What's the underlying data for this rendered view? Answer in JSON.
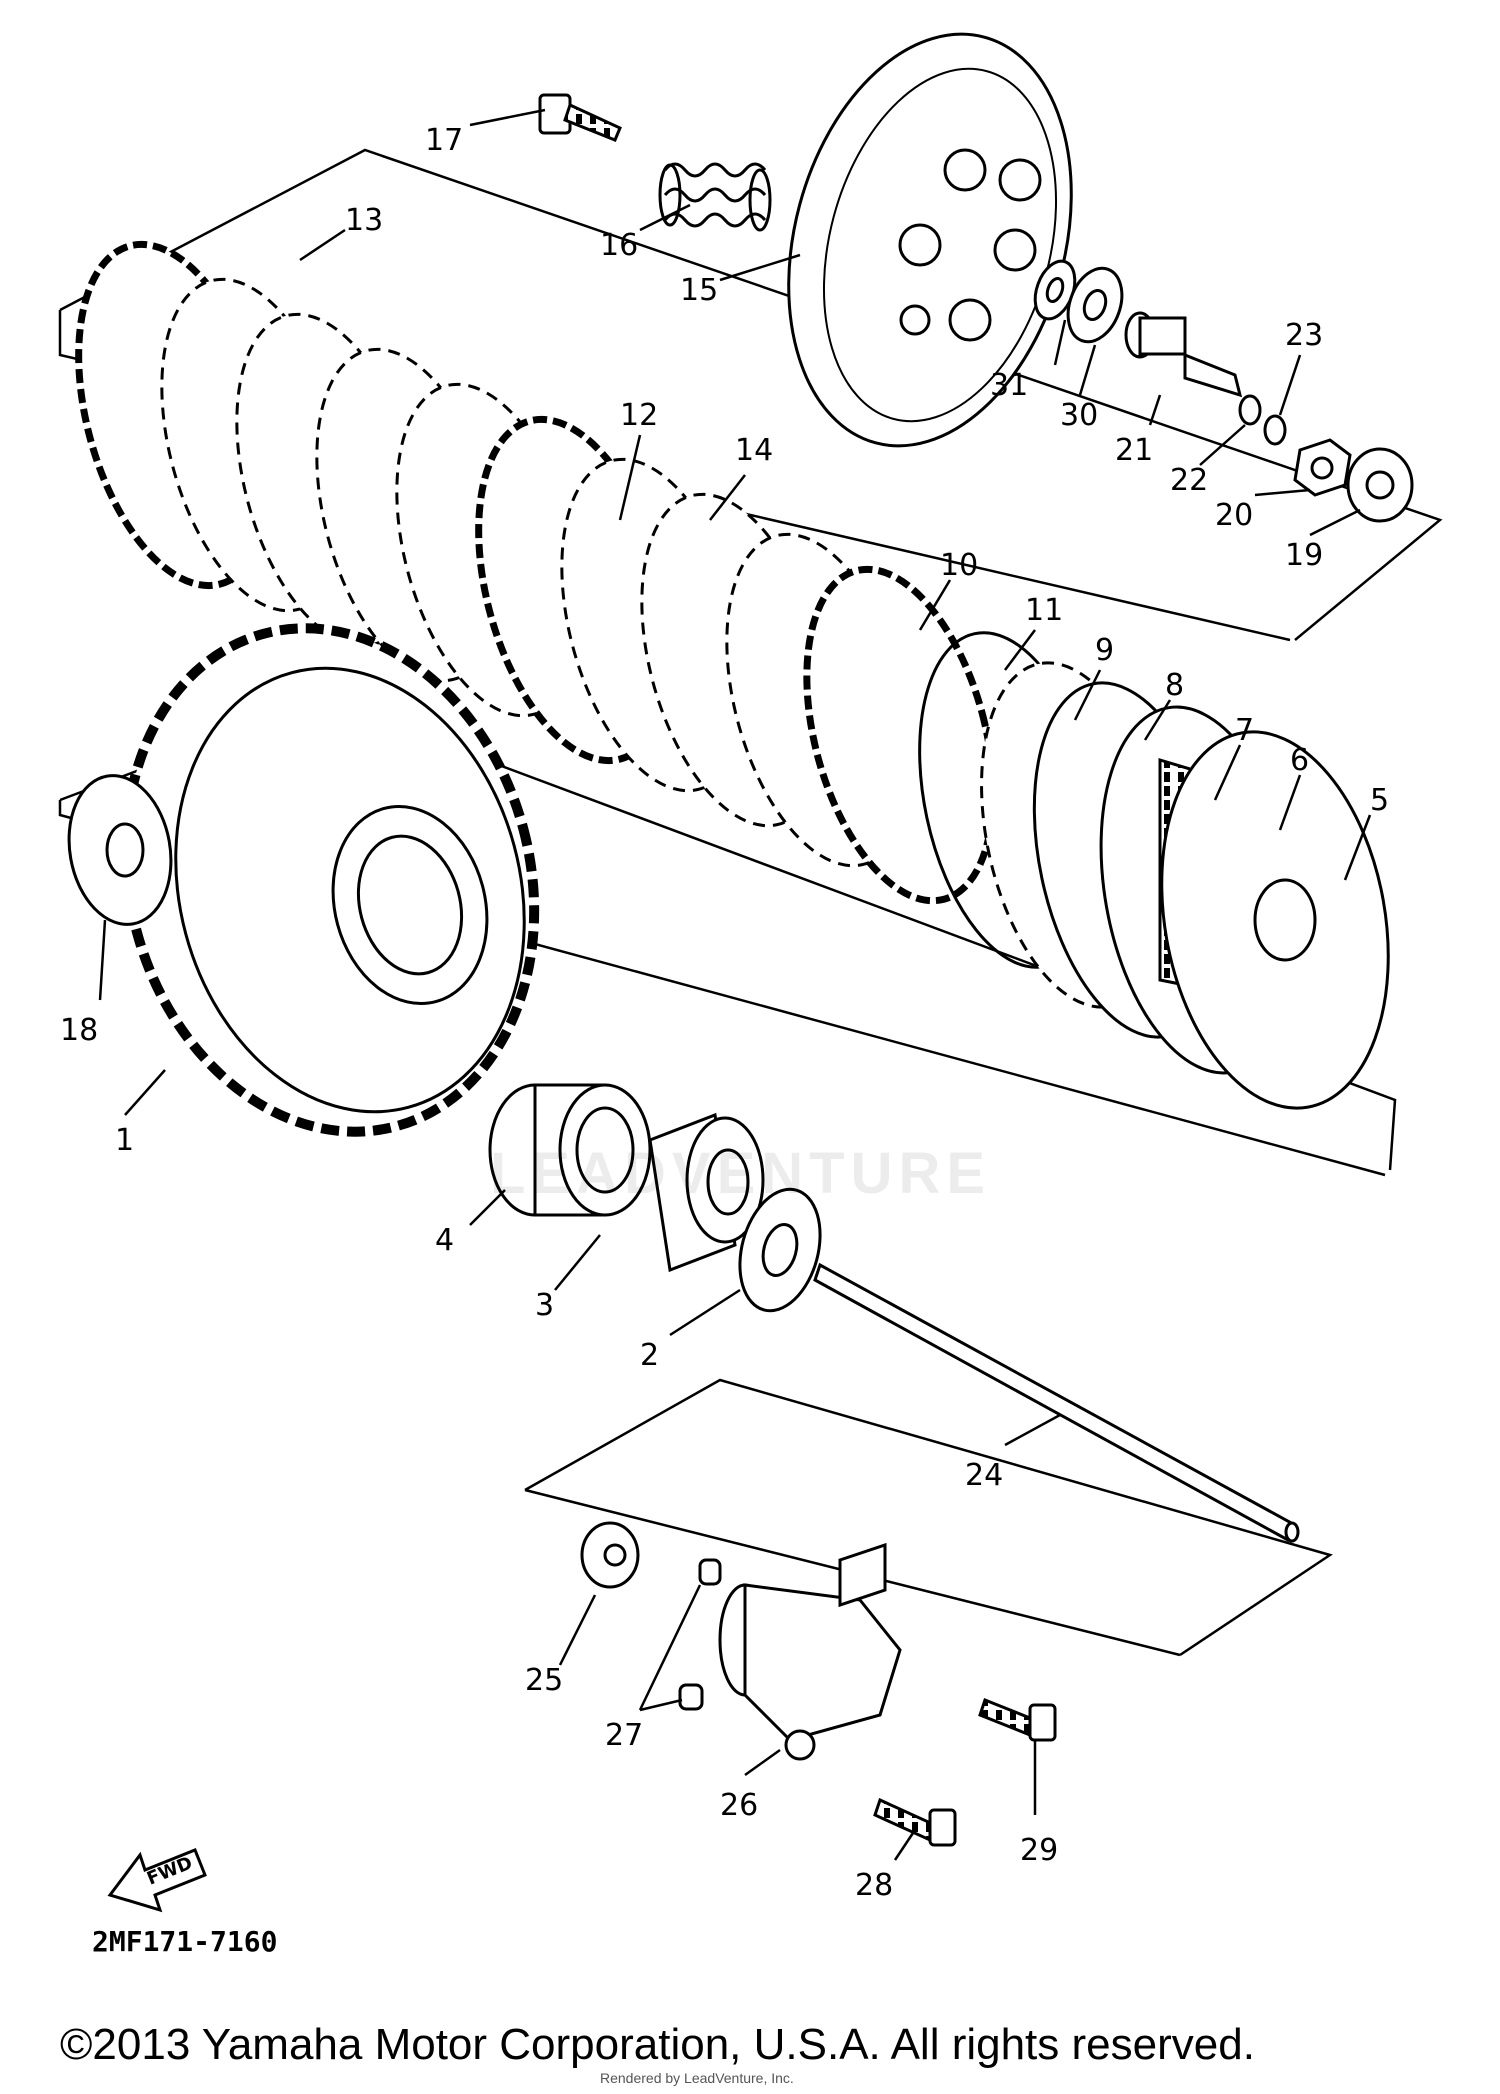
{
  "diagram": {
    "code": "2MF171-7160",
    "fwd_label": "FWD",
    "part_numbers": [
      "1",
      "2",
      "3",
      "4",
      "5",
      "6",
      "7",
      "8",
      "9",
      "10",
      "11",
      "12",
      "13",
      "14",
      "15",
      "16",
      "17",
      "18",
      "19",
      "20",
      "21",
      "22",
      "23",
      "24",
      "25",
      "26",
      "27",
      "28",
      "29",
      "30",
      "31"
    ]
  },
  "footer": {
    "copyright": "©2013 Yamaha Motor Corporation, U.S.A. All rights reserved.",
    "rendered_by": "Rendered by LeadVenture, Inc."
  },
  "watermark": {
    "text": "LEADVENTURE"
  }
}
